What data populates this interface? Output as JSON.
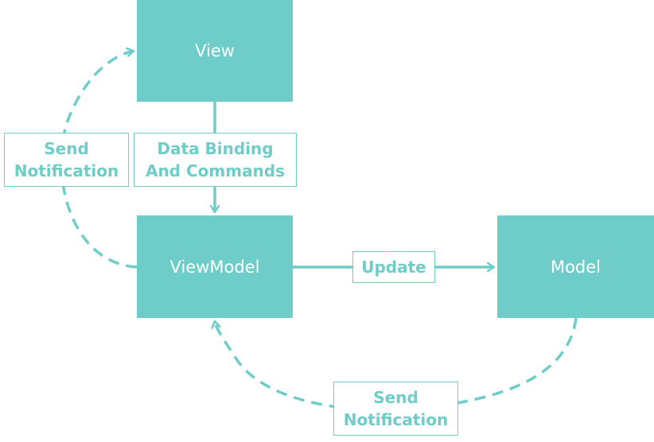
{
  "colors": {
    "accent": "#6ecdc8",
    "box_text": "#ffffff",
    "background": "#ffffff"
  },
  "nodes": {
    "view": "View",
    "viewmodel": "ViewModel",
    "model": "Model"
  },
  "edges": {
    "binding": {
      "line1": "Data Binding",
      "line2": "And Commands"
    },
    "update": "Update",
    "notify_left": {
      "line1": "Send",
      "line2": "Notification"
    },
    "notify_bottom": {
      "line1": "Send",
      "line2": "Notification"
    }
  }
}
